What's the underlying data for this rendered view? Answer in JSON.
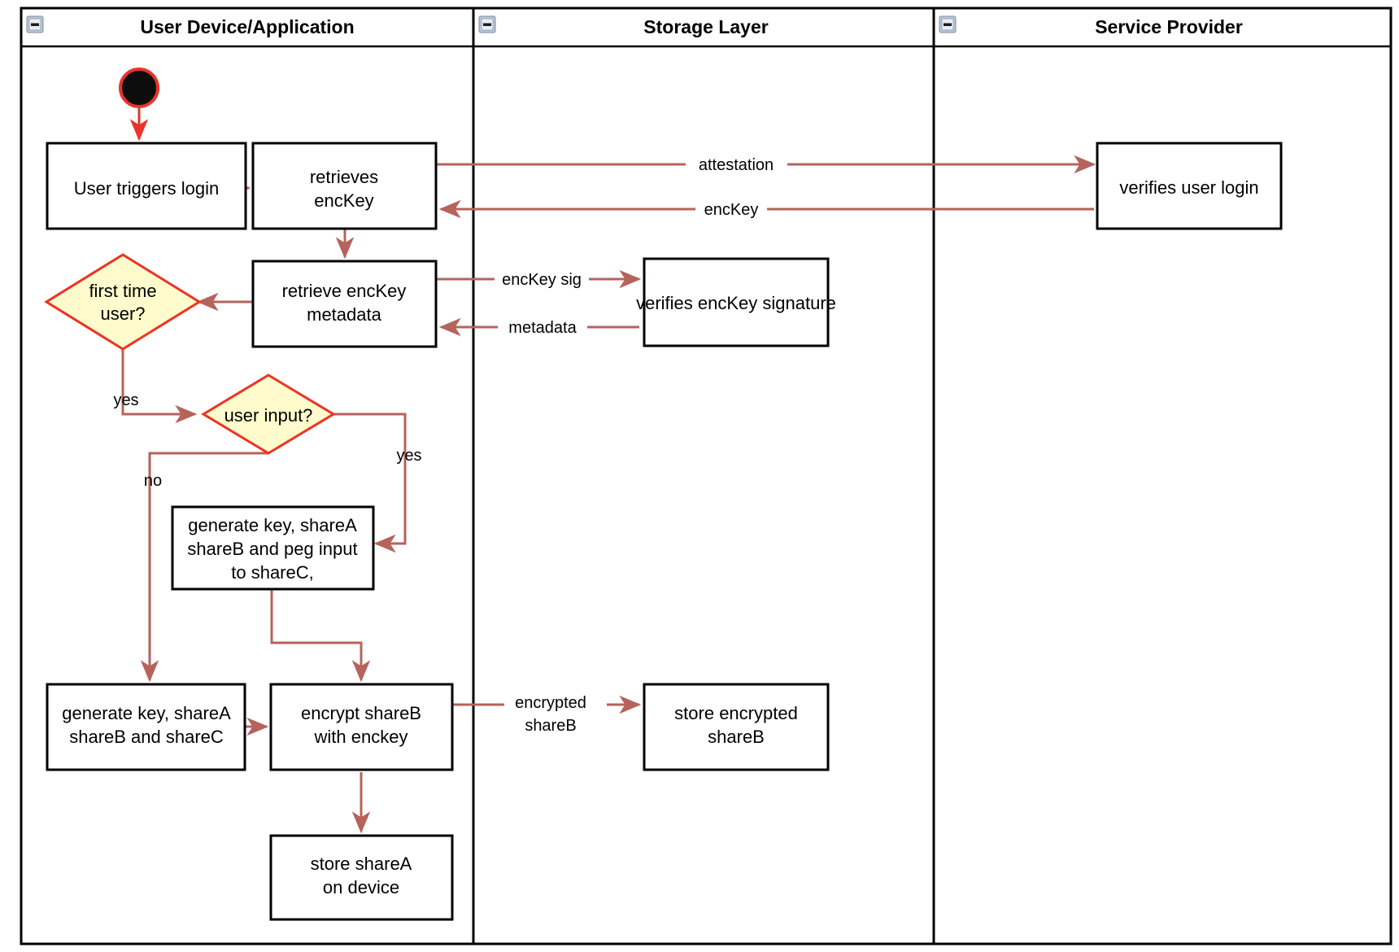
{
  "diagram": {
    "title": "Login / key provisioning activity diagram",
    "type": "uml-activity-swimlane",
    "colors": {
      "flow_arrow": "#b5635b",
      "start_arrow": "#e8342a",
      "decision_fill": "#fffbcc",
      "decision_stroke": "#ee3322",
      "node_fill": "#ffffff",
      "node_stroke": "#000000",
      "lane_stroke": "#000000",
      "background": "#ffffff"
    },
    "lanes": [
      {
        "id": "lane-user-device",
        "label": "User Device/Application",
        "collapse_icon": "collapse-minus-icon"
      },
      {
        "id": "lane-storage",
        "label": "Storage Layer",
        "collapse_icon": "collapse-minus-icon"
      },
      {
        "id": "lane-service-provider",
        "label": "Service Provider",
        "collapse_icon": "collapse-minus-icon"
      }
    ],
    "start_node": {
      "id": "start",
      "kind": "initial-node",
      "lane": "lane-user-device"
    },
    "activities": [
      {
        "id": "user-triggers-login",
        "lane": "lane-user-device",
        "lines": [
          "User triggers login"
        ]
      },
      {
        "id": "retrieves-enckey",
        "lane": "lane-user-device",
        "lines": [
          "retrieves",
          "encKey"
        ]
      },
      {
        "id": "retrieve-enckey-metadata",
        "lane": "lane-user-device",
        "lines": [
          "retrieve encKey",
          "metadata"
        ]
      },
      {
        "id": "generate-key-peg-input",
        "lane": "lane-user-device",
        "lines": [
          "generate key, shareA",
          "shareB and peg input",
          "to shareC,"
        ]
      },
      {
        "id": "generate-key-shares",
        "lane": "lane-user-device",
        "lines": [
          "generate key, shareA",
          "shareB and shareC"
        ]
      },
      {
        "id": "encrypt-shareb",
        "lane": "lane-user-device",
        "lines": [
          "encrypt shareB",
          "with enckey"
        ]
      },
      {
        "id": "store-sharea-on-device",
        "lane": "lane-user-device",
        "lines": [
          "store shareA",
          "on device"
        ]
      },
      {
        "id": "verifies-enckey-signature",
        "lane": "lane-storage",
        "lines": [
          "verifies encKey signature"
        ]
      },
      {
        "id": "store-encrypted-shareb",
        "lane": "lane-storage",
        "lines": [
          "store encrypted",
          "shareB"
        ]
      },
      {
        "id": "verifies-user-login",
        "lane": "lane-service-provider",
        "lines": [
          "verifies user login"
        ]
      }
    ],
    "decisions": [
      {
        "id": "first-time-user",
        "lane": "lane-user-device",
        "lines": [
          "first time",
          "user?"
        ]
      },
      {
        "id": "user-input",
        "lane": "lane-user-device",
        "lines": [
          "user input?"
        ]
      }
    ],
    "edge_labels": {
      "attestation": "attestation",
      "enckey": "encKey",
      "enckey_sig": "encKey sig",
      "metadata": "metadata",
      "first_time_yes": "yes",
      "user_input_yes": "yes",
      "user_input_no": "no",
      "encrypted_shareb_1": "encrypted",
      "encrypted_shareb_2": "shareB"
    }
  }
}
